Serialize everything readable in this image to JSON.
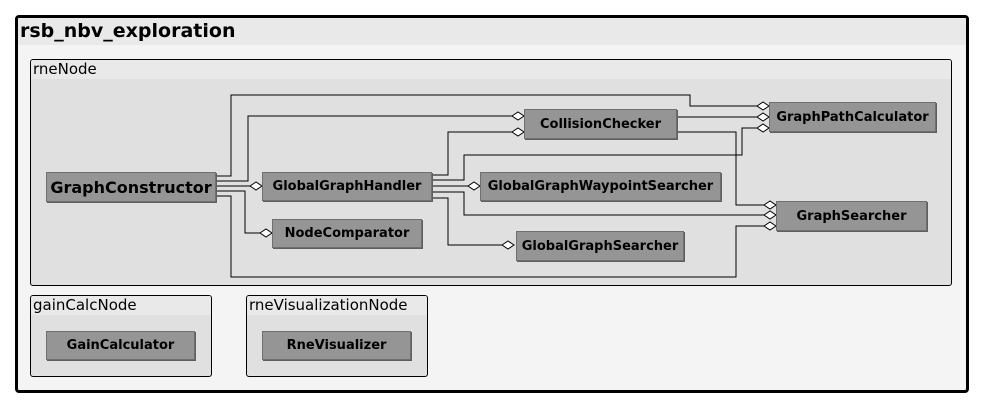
{
  "diagram": {
    "title": "rsb_nbv_exploration",
    "packages": {
      "rne": {
        "label": "rneNode",
        "classes": {
          "graph_constructor": "GraphConstructor",
          "global_graph_handler": "GlobalGraphHandler",
          "node_comparator": "NodeComparator",
          "collision_checker": "CollisionChecker",
          "global_graph_waypoint_searcher": "GlobalGraphWaypointSearcher",
          "global_graph_searcher": "GlobalGraphSearcher",
          "graph_path_calculator": "GraphPathCalculator",
          "graph_searcher": "GraphSearcher"
        }
      },
      "gain": {
        "label": "gainCalcNode",
        "classes": {
          "gain_calculator": "GainCalculator"
        }
      },
      "viz": {
        "label": "rneVisualizationNode",
        "classes": {
          "rne_visualizer": "RneVisualizer"
        }
      }
    },
    "relations": [
      {
        "from": "GraphConstructor",
        "to": "GraphPathCalculator",
        "type": "aggregation"
      },
      {
        "from": "GraphConstructor",
        "to": "CollisionChecker",
        "type": "aggregation"
      },
      {
        "from": "GraphConstructor",
        "to": "GlobalGraphHandler",
        "type": "aggregation"
      },
      {
        "from": "GraphConstructor",
        "to": "NodeComparator",
        "type": "aggregation"
      },
      {
        "from": "GraphConstructor",
        "to": "GraphSearcher",
        "type": "aggregation"
      },
      {
        "from": "GlobalGraphHandler",
        "to": "CollisionChecker",
        "type": "aggregation"
      },
      {
        "from": "GlobalGraphHandler",
        "to": "GraphPathCalculator",
        "type": "aggregation"
      },
      {
        "from": "GlobalGraphHandler",
        "to": "GlobalGraphWaypointSearcher",
        "type": "aggregation"
      },
      {
        "from": "GlobalGraphHandler",
        "to": "GraphSearcher",
        "type": "aggregation"
      },
      {
        "from": "GlobalGraphHandler",
        "to": "GlobalGraphSearcher",
        "type": "aggregation"
      },
      {
        "from": "CollisionChecker",
        "to": "GraphPathCalculator",
        "type": "aggregation"
      },
      {
        "from": "CollisionChecker",
        "to": "GraphSearcher",
        "type": "aggregation"
      }
    ]
  }
}
